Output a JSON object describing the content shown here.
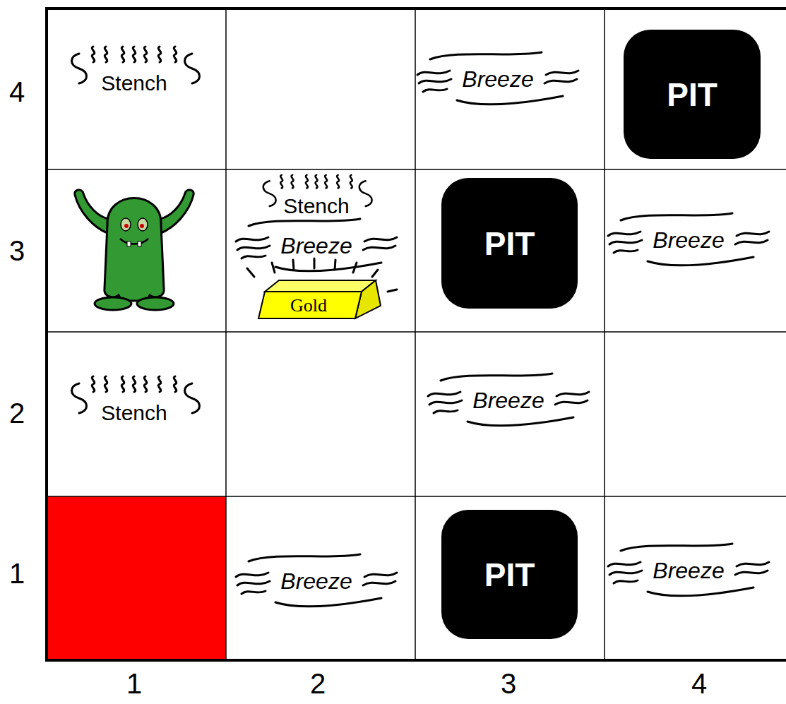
{
  "diagram": {
    "nodes": [
      {
        "text": [
          "Stench"
        ]
      },
      {
        "text": [
          "Breeze"
        ]
      },
      {
        "text": [
          "PIT"
        ]
      },
      {
        "text": [
          "Stench",
          "Breeze"
        ]
      },
      {
        "text": [
          "Gold"
        ],
        "in": 3
      },
      {
        "text": [
          "PIT"
        ]
      },
      {
        "text": [
          "Breeze"
        ]
      },
      {
        "text": [
          "Stench"
        ]
      },
      {
        "text": [
          "Breeze"
        ]
      },
      {
        "text": [
          "Breeze"
        ]
      },
      {
        "text": [
          "PIT"
        ]
      },
      {
        "text": [
          "Breeze"
        ]
      }
    ],
    "labels": [
      "4",
      "3",
      "2",
      "1",
      "1",
      "2",
      "3",
      "4"
    ]
  }
}
